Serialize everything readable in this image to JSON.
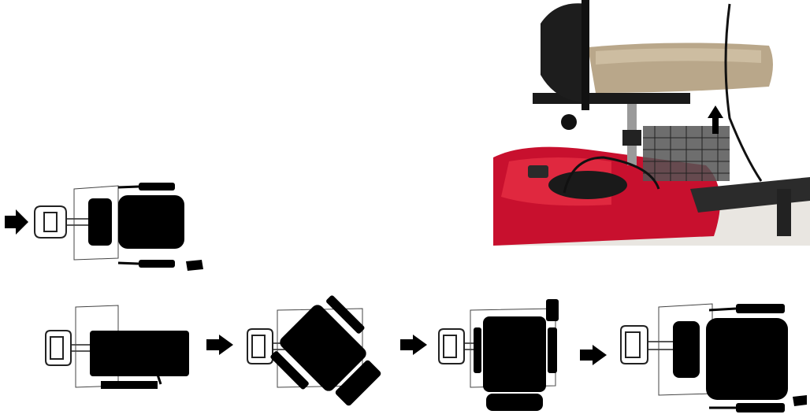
{
  "figure": {
    "photo": {
      "caption": ""
    },
    "top_diagram": {
      "rotation_deg": 0,
      "arrow_icon": "right-arrow-icon"
    },
    "sequence": {
      "steps": [
        {
          "rotation_deg": 0
        },
        {
          "rotation_deg": 45
        },
        {
          "rotation_deg": 90
        },
        {
          "rotation_deg": 180
        }
      ],
      "arrow_icon": "right-arrow-icon"
    },
    "colors": {
      "silhouette": "#000000",
      "outline": "#222222",
      "seat_cushion": "#b9a78a",
      "scooter_body": "#c8102e"
    }
  }
}
